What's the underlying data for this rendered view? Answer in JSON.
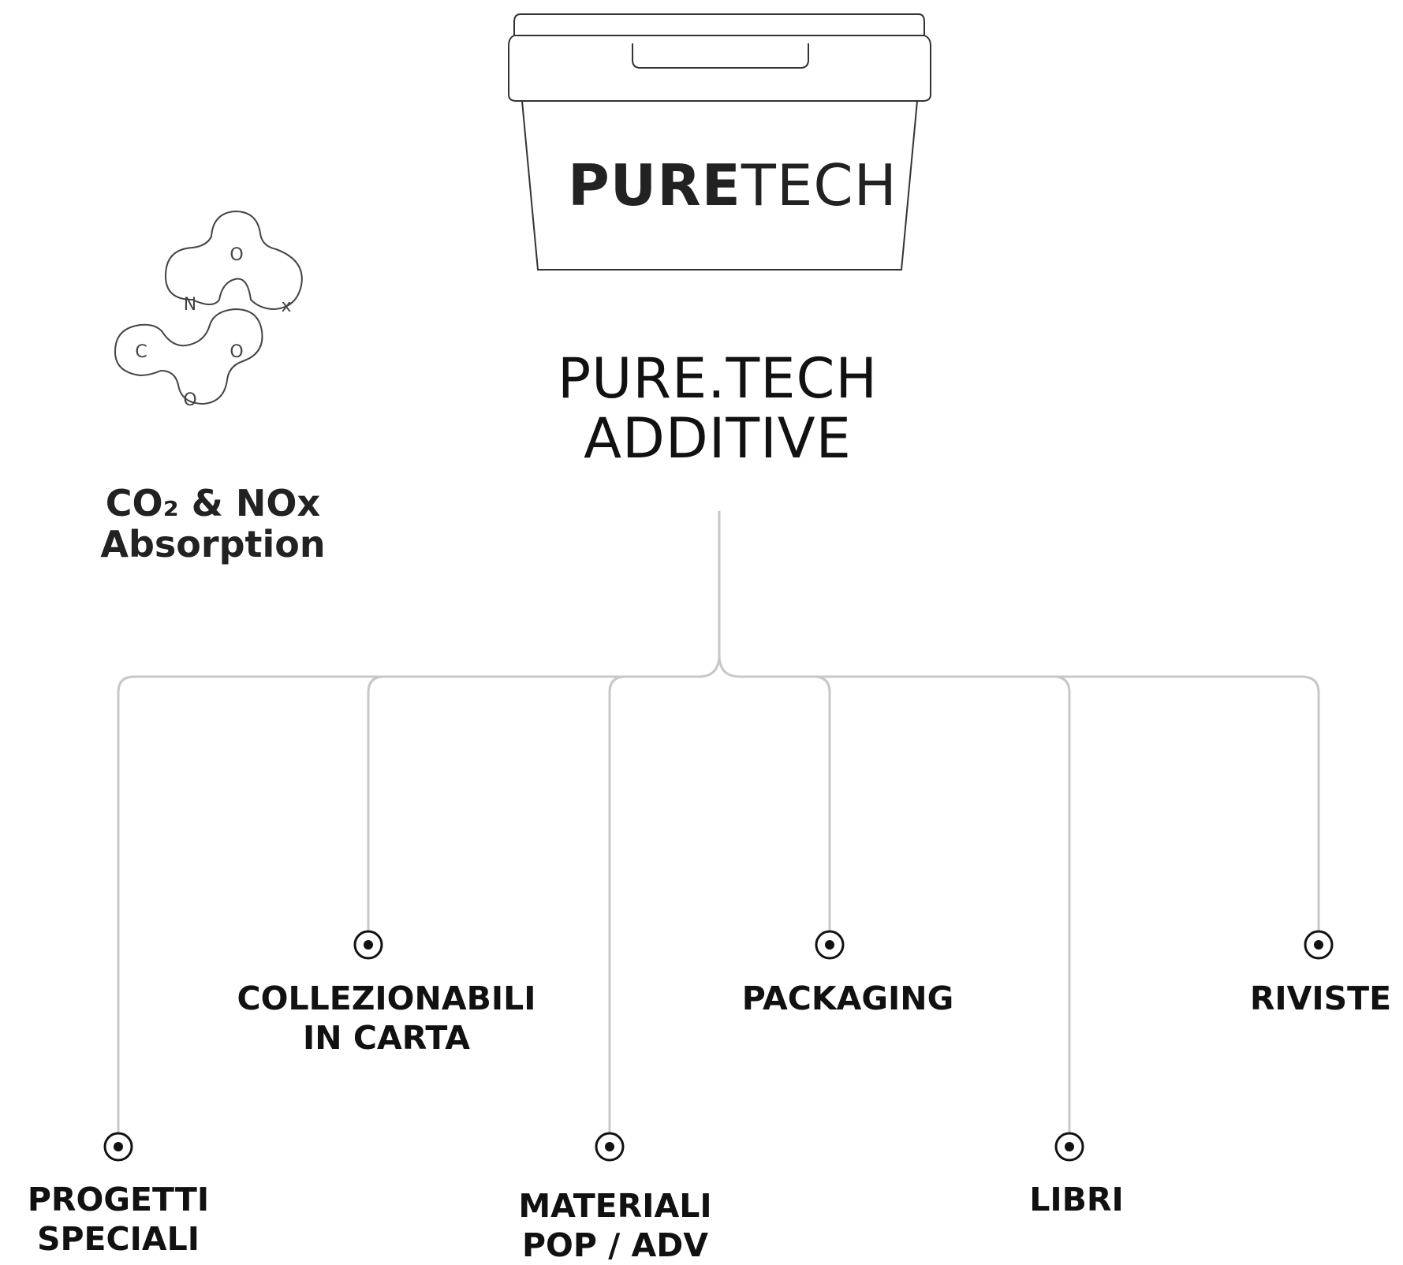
{
  "logo": {
    "bold": "PURE",
    "light": "TECH"
  },
  "title": {
    "line1": "PURE.TECH",
    "line2": "ADDITIVE"
  },
  "absorption": {
    "molecule_atoms": [
      "O",
      "N",
      "x",
      "C",
      "O",
      "O"
    ],
    "caption_line1": "CO₂ & NOx",
    "caption_line2": "Absorption"
  },
  "nodes": [
    {
      "id": "progetti",
      "line1": "PROGETTI",
      "line2": "SPECIALI"
    },
    {
      "id": "collezionabili",
      "line1": "COLLEZIONABILI",
      "line2": "IN CARTA"
    },
    {
      "id": "materiali",
      "line1": "MATERIALI",
      "line2": "POP / ADV"
    },
    {
      "id": "packaging",
      "line1": "PACKAGING",
      "line2": ""
    },
    {
      "id": "libri",
      "line1": "LIBRI",
      "line2": ""
    },
    {
      "id": "riviste",
      "line1": "RIVISTE",
      "line2": ""
    }
  ],
  "colors": {
    "line": "#c8c8c8",
    "text": "#111111",
    "outline": "#333333"
  }
}
